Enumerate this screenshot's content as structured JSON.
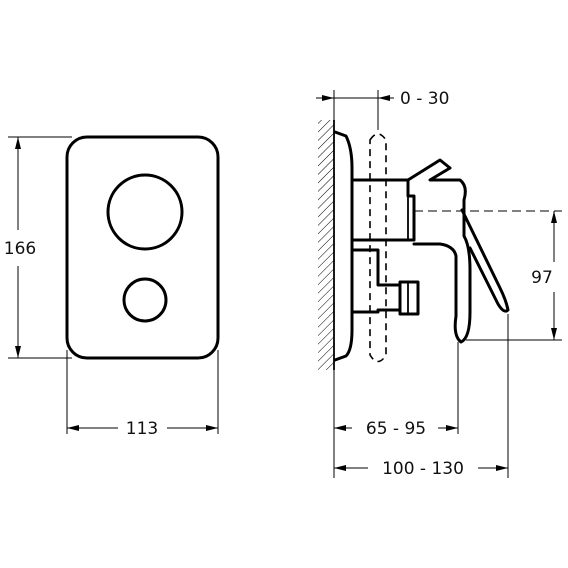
{
  "dimensions": {
    "height": "166",
    "width": "113",
    "depth_adjust": "0 - 30",
    "body_depth": "65 - 95",
    "total_depth": "100 - 130",
    "handle_height": "97"
  }
}
